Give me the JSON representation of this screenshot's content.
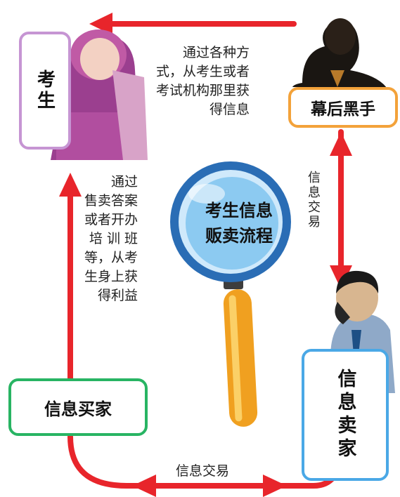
{
  "nodes": {
    "student": "考生",
    "mastermind": "幕后黑手",
    "buyer": "信息买家",
    "seller": "信息卖家"
  },
  "center_title": "考生信息\n贩卖流程",
  "annotations": {
    "top": "通过各种方\n式，从考生或者\n考试机构那里获\n得信息",
    "left": "通过\n售卖答案\n或者开办\n培 训 班\n等，从考\n生身上获\n得利益",
    "right": "信息交易",
    "bottom": "信息交易"
  },
  "colors": {
    "arrow": "#e8252b",
    "student_border": "#c695d3",
    "mastermind_border": "#f3a23a",
    "buyer_border": "#28b463",
    "seller_border": "#4aa8e6",
    "magnifier_rim": "#2a6db5",
    "magnifier_handle": "#f0a020"
  }
}
